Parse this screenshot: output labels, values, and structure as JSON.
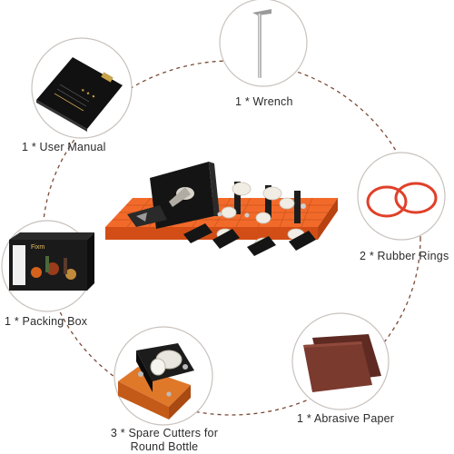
{
  "items": [
    {
      "name": "wrench",
      "label": "1 * Wrench"
    },
    {
      "name": "user-manual",
      "label": "1 * User Manual"
    },
    {
      "name": "rubber-rings",
      "label": "2 * Rubber Rings"
    },
    {
      "name": "packing-box",
      "label": "1 * Packing Box",
      "brand": "Fixm"
    },
    {
      "name": "abrasive-paper",
      "label": "1 * Abrasive Paper"
    },
    {
      "name": "spare-cutters",
      "label_line1": "3 * Spare Cutters for",
      "label_line2": "Round Bottle"
    }
  ],
  "colors": {
    "accent_orange": "#f26a2a",
    "rubber_ring": "#e0402a",
    "circle_border": "#c9c2bd",
    "dashed_ring": "#7a4a36",
    "abrasive": "#7a3a2e"
  },
  "icons": [
    "wrench-icon",
    "manual-icon",
    "rubber-rings-icon",
    "packing-box-icon",
    "abrasive-paper-icon",
    "spare-cutter-icon",
    "bottle-cutter-icon"
  ]
}
